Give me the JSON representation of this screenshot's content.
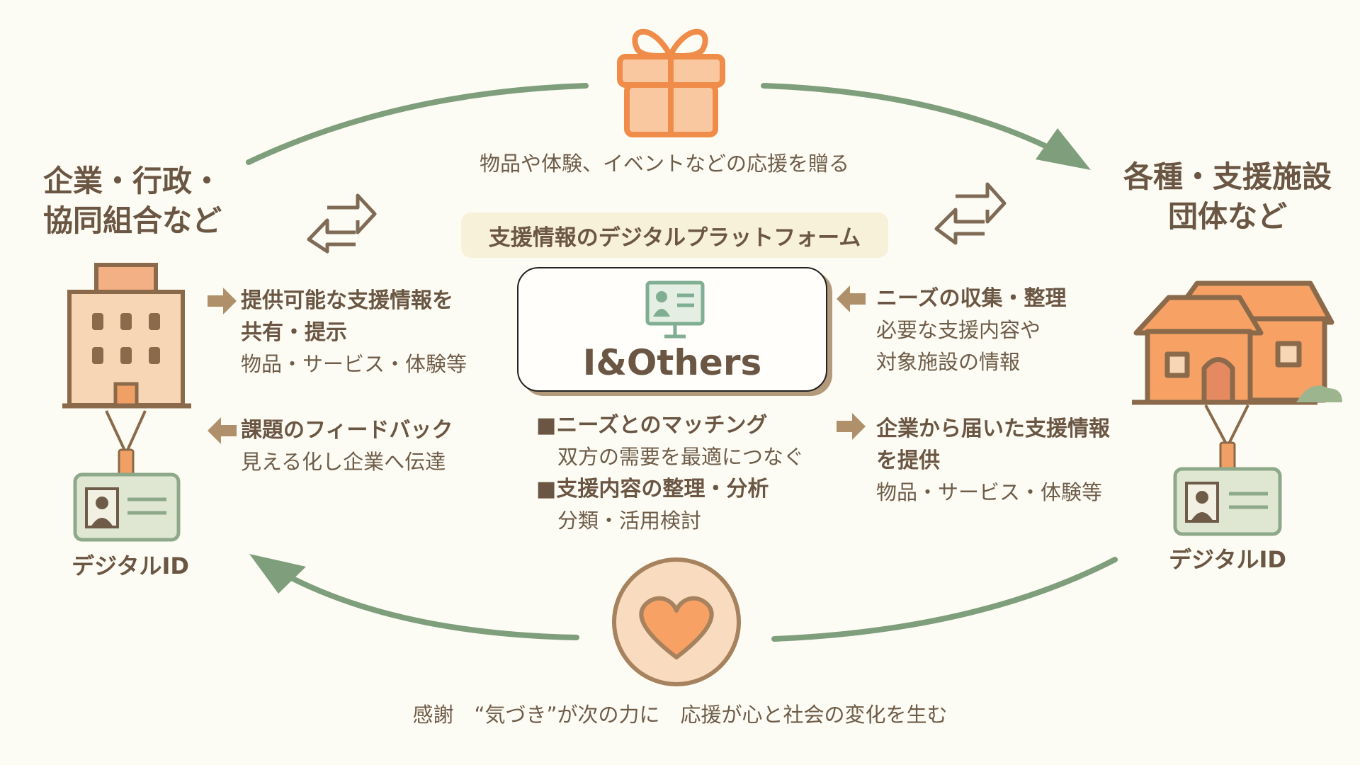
{
  "left_party": {
    "line1": "企業・行政・",
    "line2": "協同組合など",
    "id_label": "デジタルID"
  },
  "right_party": {
    "line1": "各種・支援施設",
    "line2": "団体など",
    "id_label": "デジタルID"
  },
  "gift_caption": "物品や体験、イベントなどの応援を贈る",
  "platform_label": "支援情報のデジタルプラットフォーム",
  "brand": "I&Others",
  "left_blocks": [
    {
      "title1": "提供可能な支援情報を",
      "title2": "共有・提示",
      "detail": "物品・サービス・体験等"
    },
    {
      "title1": "課題のフィードバック",
      "detail": "見える化し企業へ伝達"
    }
  ],
  "right_blocks": [
    {
      "title1": "ニーズの収集・整理",
      "detail1": "必要な支援内容や",
      "detail2": "対象施設の情報"
    },
    {
      "title1": "企業から届いた支援情報",
      "title2": "を提供",
      "detail": "物品・サービス・体験等"
    }
  ],
  "center_list": [
    {
      "title": "■ニーズとのマッチング",
      "detail": "双方の需要を最適につなぐ"
    },
    {
      "title": "■支援内容の整理・分析",
      "detail": "分類・活用検討"
    }
  ],
  "bottom_caption": "感謝　“気づき”が次の力に　応援が心と社会の変化を生む",
  "colors": {
    "background": "#fdfcf4",
    "text": "#6a5643",
    "green": "#7f9e7c",
    "orange": "#f08c4a",
    "arrow_brown": "#b0906a"
  }
}
